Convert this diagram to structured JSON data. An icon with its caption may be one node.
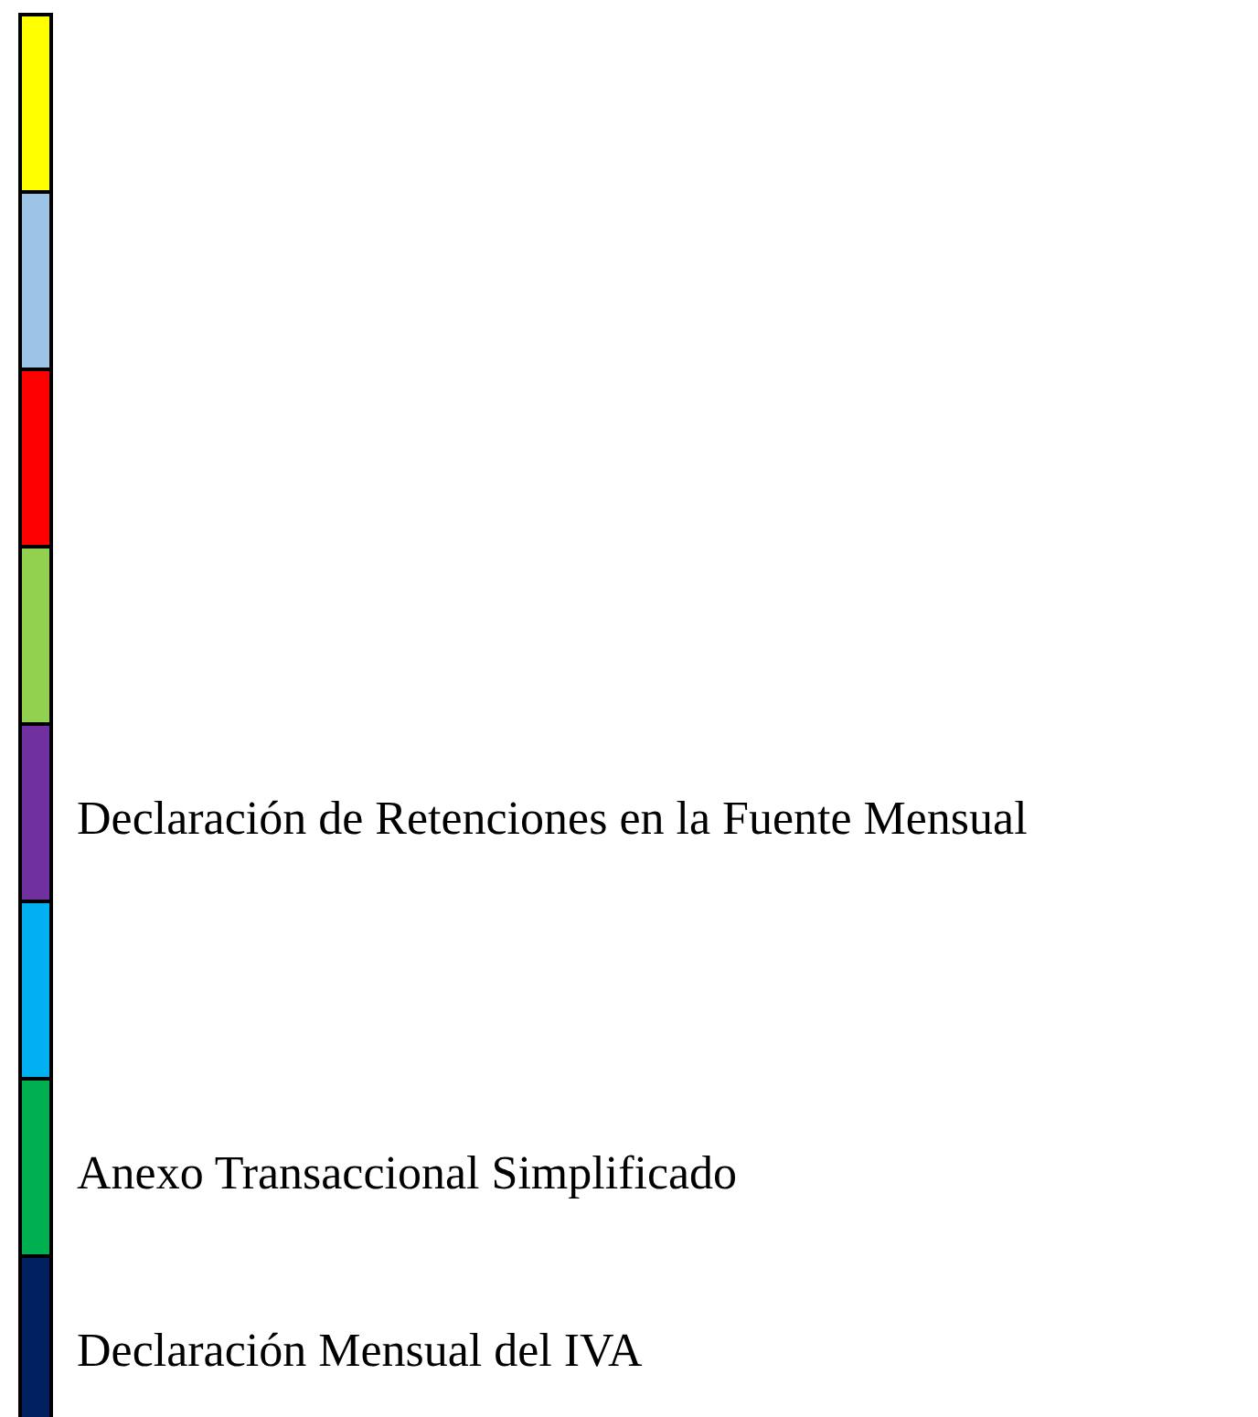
{
  "diagram": {
    "nodes": [
      {
        "text": [],
        "shape": "bar"
      },
      {
        "text": [],
        "shape": "bar"
      },
      {
        "text": [],
        "shape": "bar"
      },
      {
        "text": [],
        "shape": "bar"
      },
      {
        "text": [],
        "shape": "bar",
        "beside": [
          "Declaración de Retenciones en la Fuente Mensual"
        ]
      },
      {
        "text": [],
        "shape": "bar"
      },
      {
        "text": [],
        "shape": "bar",
        "beside": [
          "Anexo Transaccional Simplificado"
        ]
      },
      {
        "text": [],
        "shape": "bar",
        "beside": [
          "Declaración Mensual del IVA"
        ]
      }
    ]
  }
}
